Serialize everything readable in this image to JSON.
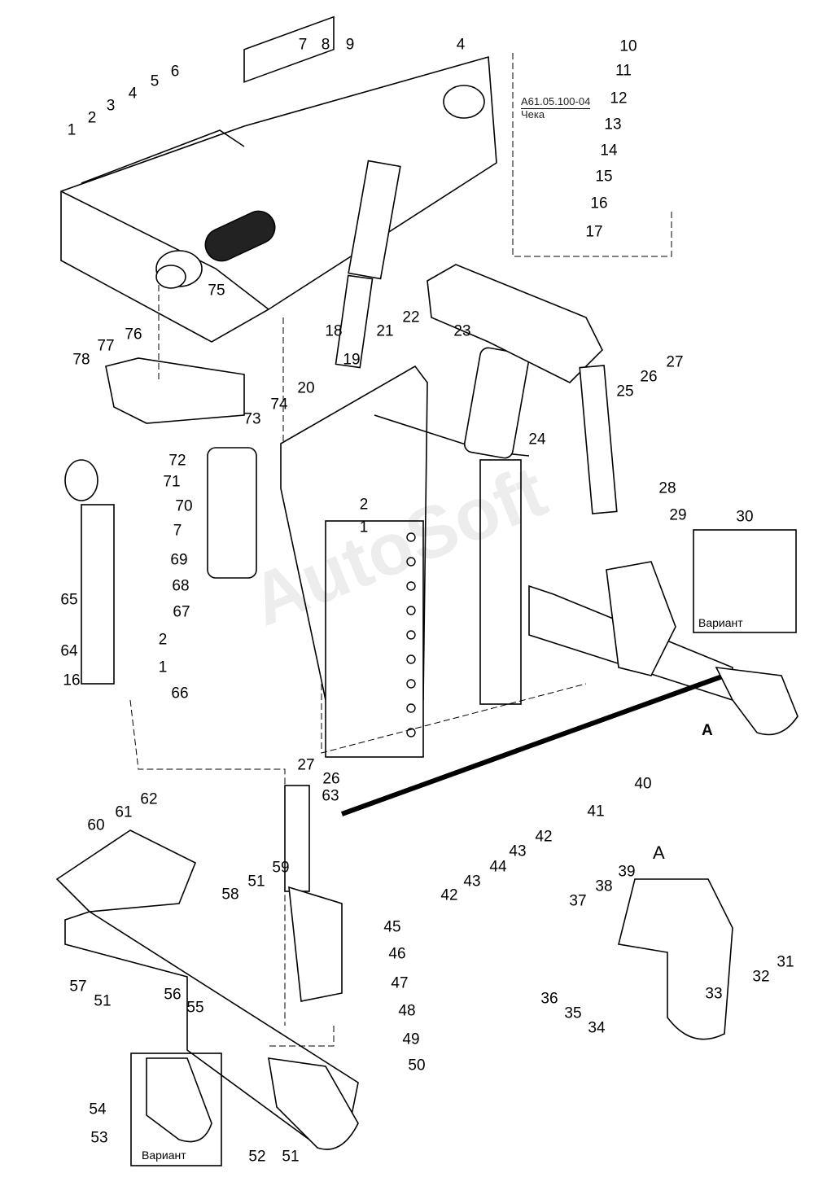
{
  "reference": {
    "code": "А61.05.100-04",
    "name": "Чека"
  },
  "variant_label": "Вариант",
  "view_label": "A",
  "arrow_label": "A",
  "watermark": "AutoSoft",
  "callouts": [
    "1",
    "2",
    "3",
    "4",
    "5",
    "6",
    "7",
    "8",
    "9",
    "4",
    "10",
    "11",
    "12",
    "13",
    "14",
    "15",
    "16",
    "17",
    "18",
    "19",
    "20",
    "21",
    "22",
    "23",
    "24",
    "25",
    "26",
    "27",
    "28",
    "29",
    "30",
    "2",
    "1",
    "7",
    "69",
    "68",
    "67",
    "2",
    "1",
    "66",
    "65",
    "64",
    "16",
    "70",
    "71",
    "72",
    "73",
    "74",
    "75",
    "76",
    "77",
    "78",
    "27",
    "26",
    "40",
    "41",
    "42",
    "43",
    "44",
    "43",
    "42",
    "63",
    "62",
    "61",
    "60",
    "59",
    "51",
    "58",
    "57",
    "51",
    "56",
    "55",
    "45",
    "46",
    "47",
    "48",
    "49",
    "50",
    "54",
    "53",
    "52",
    "51",
    "39",
    "38",
    "37",
    "36",
    "35",
    "34",
    "33",
    "32",
    "31"
  ]
}
